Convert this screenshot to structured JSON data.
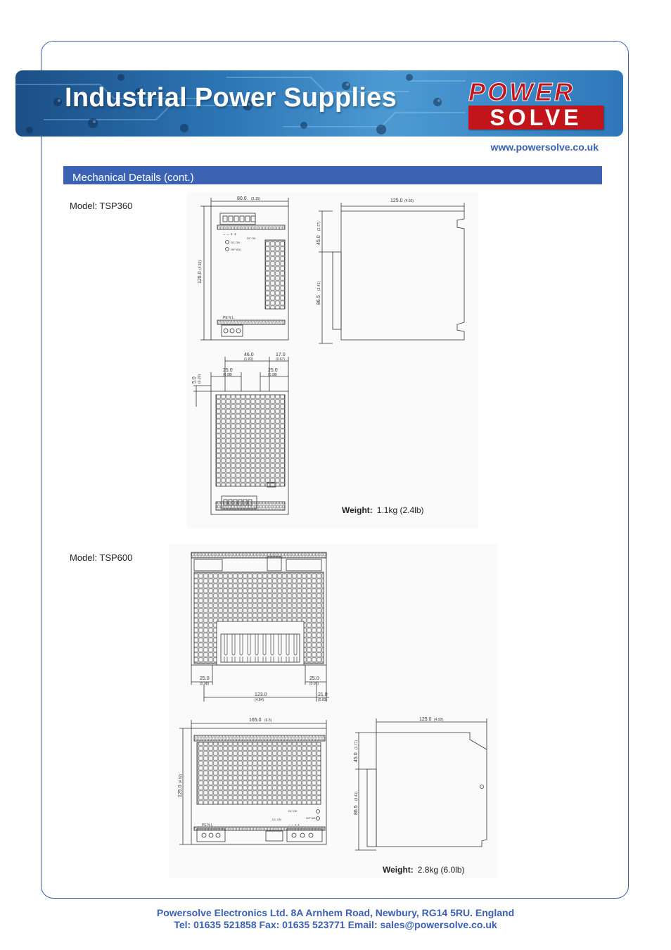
{
  "banner": {
    "title": "Industrial Power Supplies",
    "logo_top": "POWER",
    "logo_bottom": "SOLVE"
  },
  "website": "www.powersolve.co.uk",
  "section": {
    "title": "Mechanical Details (cont.)"
  },
  "models": [
    {
      "label": "Model: TSP360",
      "weight_label": "Weight:",
      "weight_value": "1.1kg (2.4lb)",
      "dims": {
        "front_width": "80.0",
        "front_width_in": "(3.15)",
        "front_height": "125.0",
        "front_height_in": "(4.92)",
        "side_depth": "125.0",
        "side_depth_in": "(4.92)",
        "side_upper": "45.0",
        "side_upper_in": "(1.77)",
        "side_lower": "86.5",
        "side_lower_in": "(3.41)",
        "top_46": "46.0",
        "top_46_in": "(1.81)",
        "top_17": "17.0",
        "top_17_in": "(0.67)",
        "top_25a": "25.0",
        "top_25a_in": "(0.98)",
        "top_25b": "25.0",
        "top_25b_in": "(0.98)",
        "top_5": "5.0",
        "top_5_in": "(0.20)",
        "dc_on": "DC ON",
        "dc_ok": "DC OK",
        "op_adj": "O/P ADJ",
        "terminals": "PE   N   L",
        "polarity": "− − + +"
      }
    },
    {
      "label": "Model: TSP600",
      "weight_label": "Weight:",
      "weight_value": "2.8kg (6.0lb)",
      "dims": {
        "top_25a": "25.0",
        "top_25a_in": "(0.98)",
        "top_25b": "25.0",
        "top_25b_in": "(0.98)",
        "top_123": "123.0",
        "top_123_in": "(4.84)",
        "top_21": "21.0",
        "top_21_in": "(0.83)",
        "front_width": "165.0",
        "front_width_in": "(6.5)",
        "front_height": "125.0",
        "front_height_in": "(4.92)",
        "side_depth": "125.0",
        "side_depth_in": "(4.92)",
        "side_upper": "45.0",
        "side_upper_in": "(1.77)",
        "side_lower": "86.5",
        "side_lower_in": "(3.41)",
        "dc_ok": "DC OK",
        "dc_on": "DC ON",
        "op_adj": "O/P ADJ",
        "terminals": "PE   N   L",
        "polarity": "−  −  +  +"
      }
    }
  ],
  "footer": {
    "line1": "Powersolve Electronics Ltd.  8A Arnhem Road,  Newbury, RG14 5RU.  England",
    "line2": "Tel: 01635 521858  Fax: 01635 523771  Email: sales@powersolve.co.uk"
  },
  "colors": {
    "brand_blue": "#3b62b3",
    "logo_red": "#c2141b",
    "frame_blue": "#3a63b0"
  }
}
